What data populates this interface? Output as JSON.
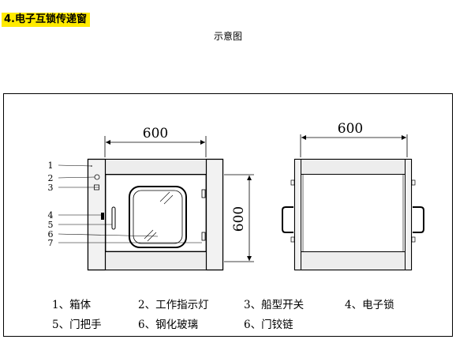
{
  "heading": "4.电子互锁传递窗",
  "subtitle": "示意图",
  "front_view": {
    "width_label": "600",
    "height_label": "600",
    "callouts": [
      "1",
      "2",
      "3",
      "4",
      "5",
      "6",
      "7"
    ]
  },
  "side_view": {
    "width_label": "600"
  },
  "legend": [
    "1、箱体",
    "2、工作指示灯",
    "3、船型开关",
    "4、电子锁",
    "5、门把手",
    "6、钢化玻璃",
    "6、门铰链"
  ]
}
